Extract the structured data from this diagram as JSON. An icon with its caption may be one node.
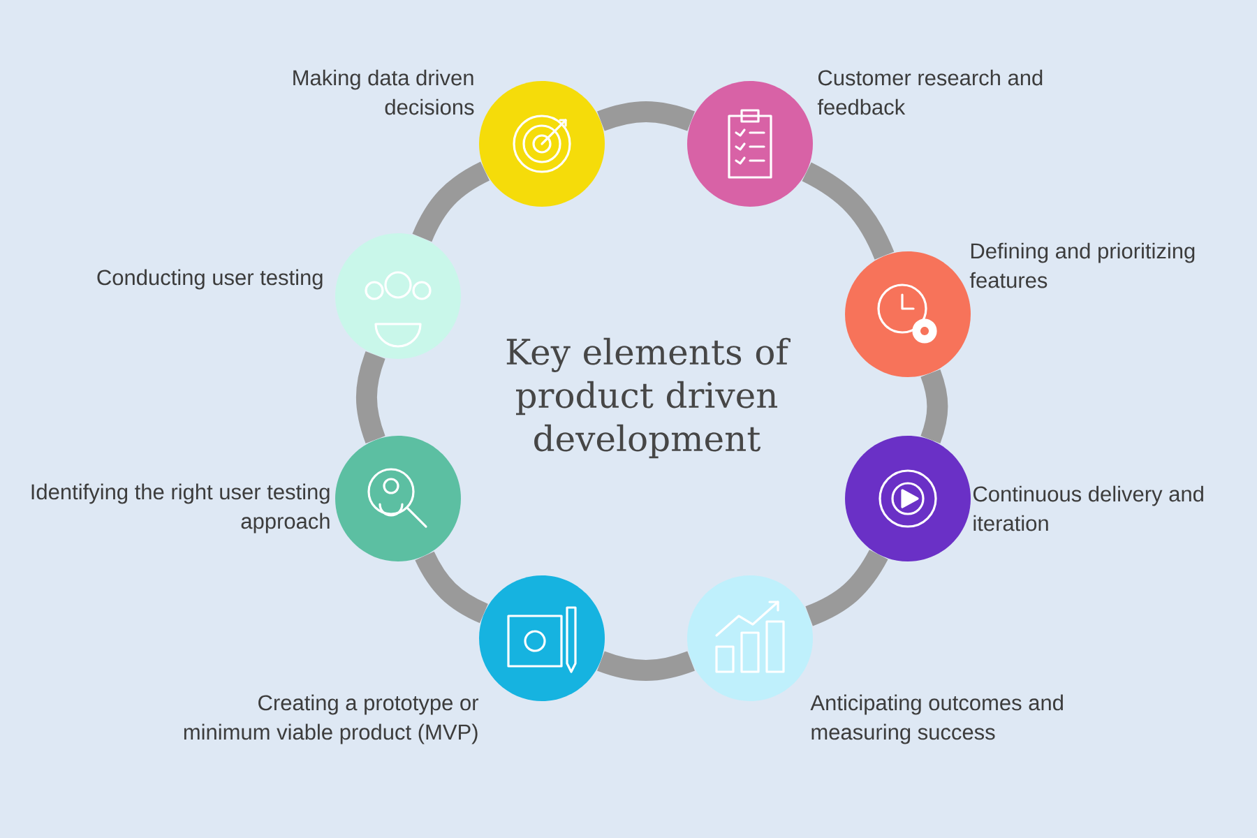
{
  "diagram": {
    "title": "Key elements of product driven development",
    "nodes": [
      {
        "text": [
          "Making data driven decisions"
        ]
      },
      {
        "text": [
          "Customer research and feedback"
        ]
      },
      {
        "text": [
          "Defining and prioritizing features"
        ]
      },
      {
        "text": [
          "Continuous delivery and iteration"
        ]
      },
      {
        "text": [
          "Anticipating outcomes and measuring success"
        ]
      },
      {
        "text": [
          "Creating a prototype or minimum viable product (MVP)"
        ]
      },
      {
        "text": [
          "Identifying the right user testing approach"
        ]
      },
      {
        "text": [
          "Conducting user testing"
        ]
      }
    ],
    "edges": [
      {
        "from": 0,
        "to": 1,
        "arrow": "none"
      },
      {
        "from": 1,
        "to": 2,
        "arrow": "none"
      },
      {
        "from": 2,
        "to": 3,
        "arrow": "none"
      },
      {
        "from": 3,
        "to": 4,
        "arrow": "none"
      },
      {
        "from": 4,
        "to": 5,
        "arrow": "none"
      },
      {
        "from": 5,
        "to": 6,
        "arrow": "none"
      },
      {
        "from": 6,
        "to": 7,
        "arrow": "none"
      },
      {
        "from": 7,
        "to": 0,
        "arrow": "none"
      }
    ]
  }
}
